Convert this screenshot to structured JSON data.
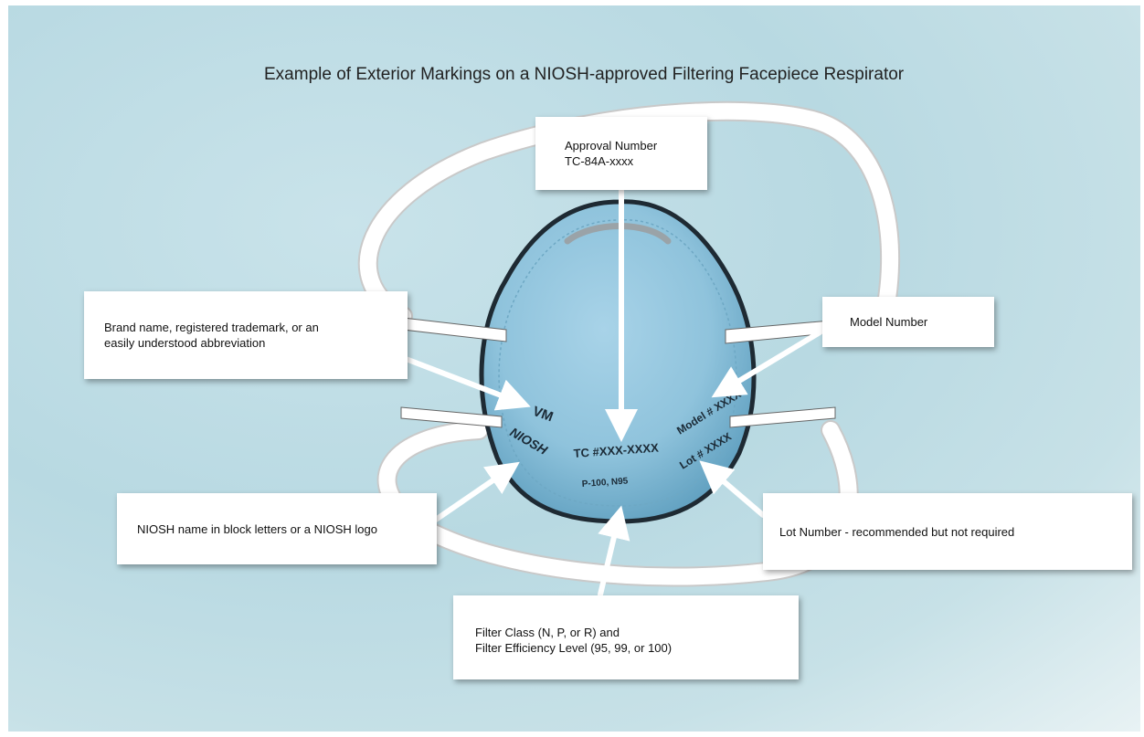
{
  "title": "Example of Exterior Markings on a NIOSH-approved Filtering Facepiece Respirator",
  "callouts": {
    "approval": {
      "line1": "Approval Number",
      "line2": "TC-84A-xxxx"
    },
    "brand": {
      "line1": "Brand name, registered trademark, or an",
      "line2": "easily understood abbreviation"
    },
    "model": {
      "line1": "Model Number"
    },
    "niosh": {
      "line1": "NIOSH name in block letters or a NIOSH logo"
    },
    "lot": {
      "line1": "Lot Number - recommended but not required"
    },
    "filter": {
      "line1": "Filter Class (N, P, or R) and",
      "line2": "Filter Efficiency Level (95, 99, or 100)"
    }
  },
  "mask": {
    "brand_mark": "VM",
    "niosh_logo": "NIOSH",
    "tc_marking": "TC #XXX-XXXX",
    "filter_marking": "P-100, N95",
    "model_marking": "Model # XXXX",
    "lot_marking": "Lot # XXXX"
  },
  "colors": {
    "mask_fill": "#8fc3dc",
    "mask_edge": "#1e2a33",
    "strap": "#ffffff",
    "arrow": "#ffffff"
  }
}
